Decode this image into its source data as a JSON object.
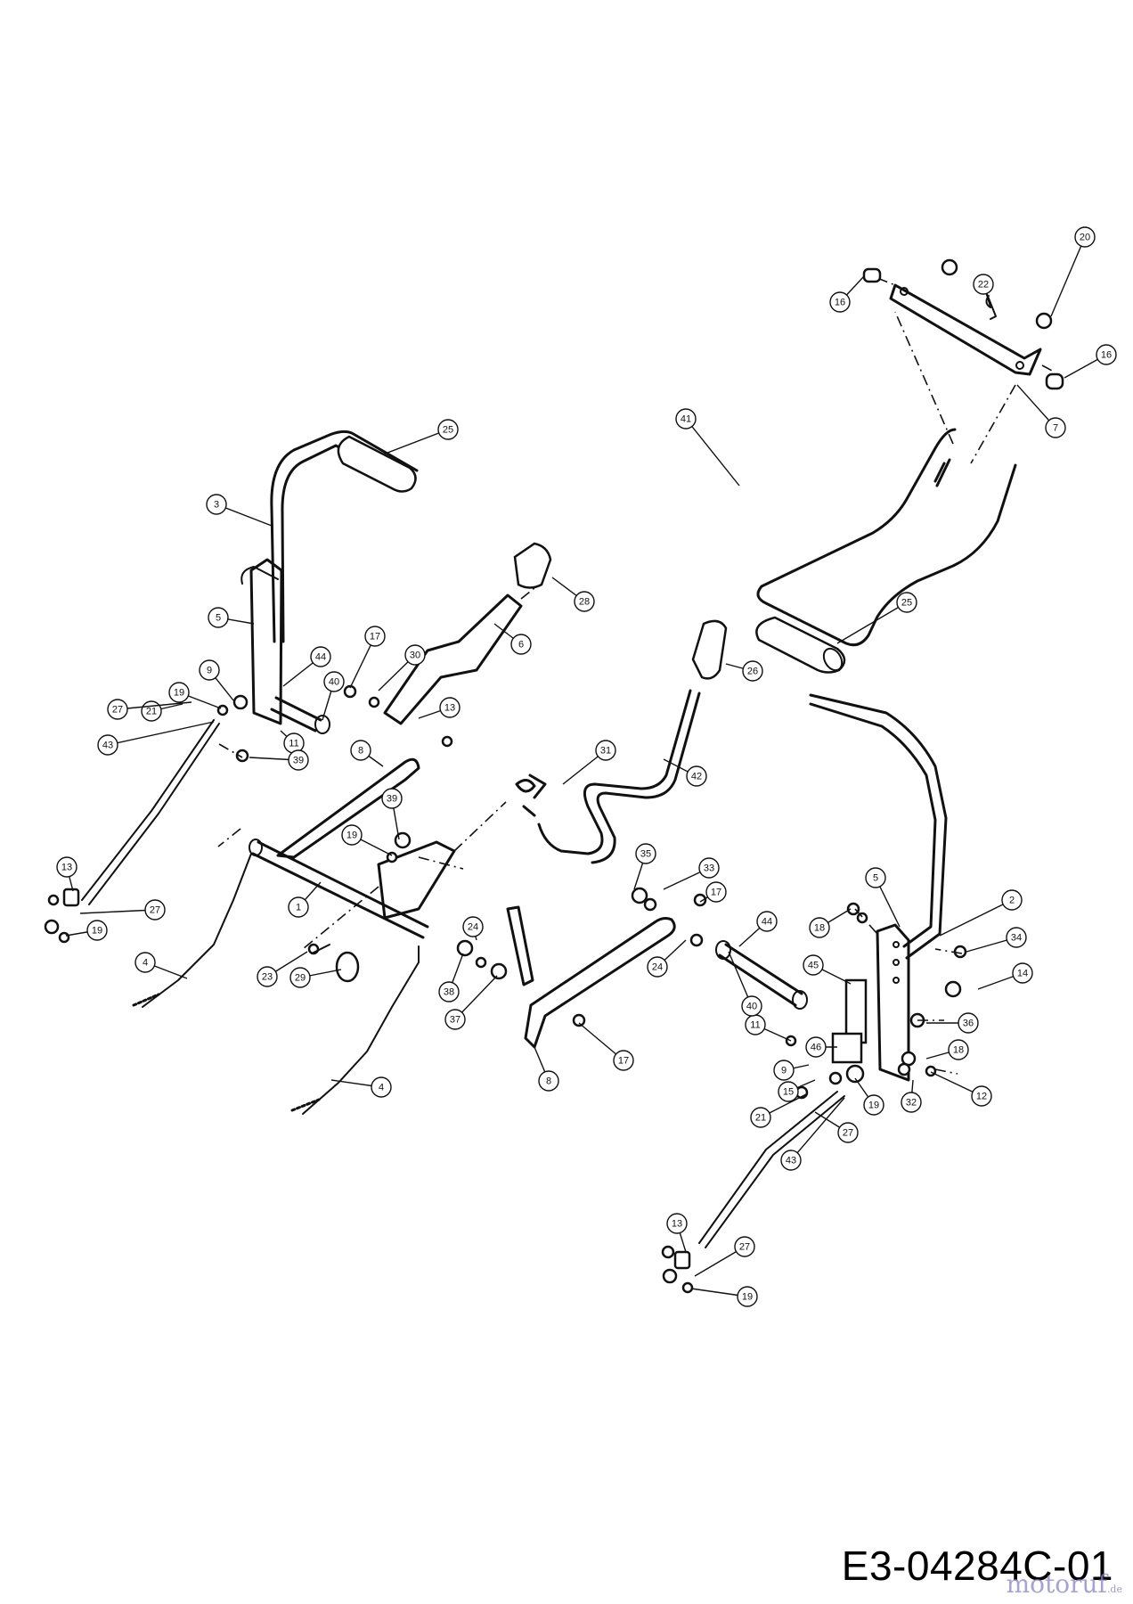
{
  "drawing": {
    "code": "E3-04284C-01",
    "watermark": "motoruf",
    "watermark_suffix": ".de"
  },
  "callouts": [
    {
      "label": "1"
    },
    {
      "label": "2"
    },
    {
      "label": "3"
    },
    {
      "label": "4"
    },
    {
      "label": "4"
    },
    {
      "label": "5"
    },
    {
      "label": "5"
    },
    {
      "label": "6"
    },
    {
      "label": "7"
    },
    {
      "label": "8"
    },
    {
      "label": "8"
    },
    {
      "label": "9"
    },
    {
      "label": "9"
    },
    {
      "label": "11"
    },
    {
      "label": "11"
    },
    {
      "label": "12"
    },
    {
      "label": "13"
    },
    {
      "label": "13"
    },
    {
      "label": "13"
    },
    {
      "label": "14"
    },
    {
      "label": "15"
    },
    {
      "label": "16"
    },
    {
      "label": "16"
    },
    {
      "label": "17"
    },
    {
      "label": "17"
    },
    {
      "label": "17"
    },
    {
      "label": "18"
    },
    {
      "label": "18"
    },
    {
      "label": "19"
    },
    {
      "label": "19"
    },
    {
      "label": "19"
    },
    {
      "label": "19"
    },
    {
      "label": "19"
    },
    {
      "label": "20"
    },
    {
      "label": "21"
    },
    {
      "label": "21"
    },
    {
      "label": "22"
    },
    {
      "label": "23"
    },
    {
      "label": "24"
    },
    {
      "label": "24"
    },
    {
      "label": "25"
    },
    {
      "label": "25"
    },
    {
      "label": "26"
    },
    {
      "label": "27"
    },
    {
      "label": "27"
    },
    {
      "label": "27"
    },
    {
      "label": "27"
    },
    {
      "label": "28"
    },
    {
      "label": "29"
    },
    {
      "label": "30"
    },
    {
      "label": "31"
    },
    {
      "label": "32"
    },
    {
      "label": "33"
    },
    {
      "label": "34"
    },
    {
      "label": "35"
    },
    {
      "label": "36"
    },
    {
      "label": "37"
    },
    {
      "label": "38"
    },
    {
      "label": "39"
    },
    {
      "label": "39"
    },
    {
      "label": "40"
    },
    {
      "label": "40"
    },
    {
      "label": "41"
    },
    {
      "label": "42"
    },
    {
      "label": "43"
    },
    {
      "label": "43"
    },
    {
      "label": "44"
    },
    {
      "label": "44"
    },
    {
      "label": "45"
    },
    {
      "label": "46"
    }
  ]
}
